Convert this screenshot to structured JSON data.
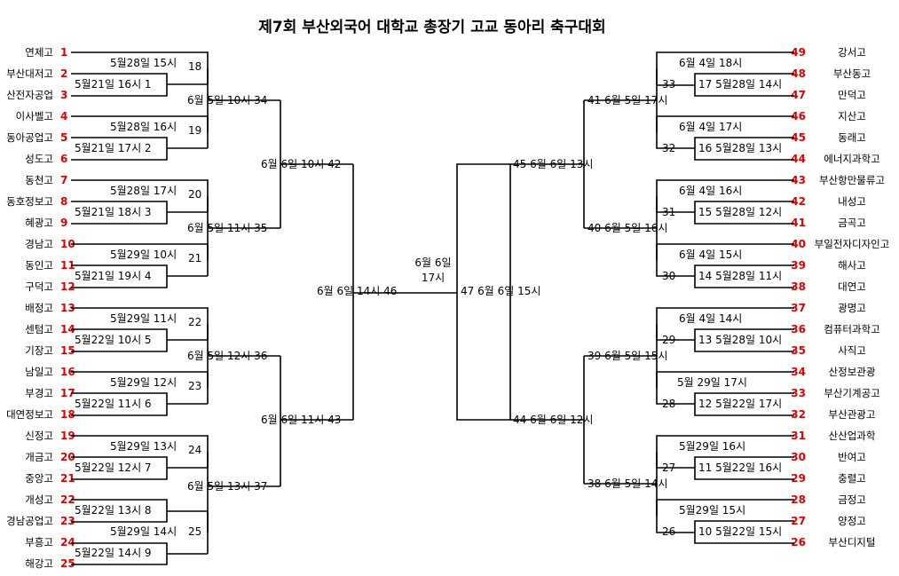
{
  "title": "제7회 부산외국어 대학교 총장기 고교 동아리 축구대회",
  "left_teams": [
    {
      "seed": "1",
      "name": "연제고"
    },
    {
      "seed": "2",
      "name": "부산대저고"
    },
    {
      "seed": "3",
      "name": "산전자공업"
    },
    {
      "seed": "4",
      "name": "이사벨고"
    },
    {
      "seed": "5",
      "name": "동아공업고"
    },
    {
      "seed": "6",
      "name": "성도고"
    },
    {
      "seed": "7",
      "name": "동천고"
    },
    {
      "seed": "8",
      "name": "동호정보고"
    },
    {
      "seed": "9",
      "name": "혜광고"
    },
    {
      "seed": "10",
      "name": "경남고"
    },
    {
      "seed": "11",
      "name": "동인고"
    },
    {
      "seed": "12",
      "name": "구덕고"
    },
    {
      "seed": "13",
      "name": "배정고"
    },
    {
      "seed": "14",
      "name": "센텀고"
    },
    {
      "seed": "15",
      "name": "기장고"
    },
    {
      "seed": "16",
      "name": "남일고"
    },
    {
      "seed": "17",
      "name": "부경고"
    },
    {
      "seed": "18",
      "name": "대연정보고"
    },
    {
      "seed": "19",
      "name": "신정고"
    },
    {
      "seed": "20",
      "name": "개금고"
    },
    {
      "seed": "21",
      "name": "중앙고"
    },
    {
      "seed": "22",
      "name": "개성고"
    },
    {
      "seed": "23",
      "name": "경남공업고"
    },
    {
      "seed": "24",
      "name": "부흥고"
    },
    {
      "seed": "25",
      "name": "해강고"
    }
  ],
  "right_teams": [
    {
      "seed": "49",
      "name": "강서고"
    },
    {
      "seed": "48",
      "name": "부산동고"
    },
    {
      "seed": "47",
      "name": "만덕고"
    },
    {
      "seed": "46",
      "name": "지산고"
    },
    {
      "seed": "45",
      "name": "동래고"
    },
    {
      "seed": "44",
      "name": "에너지과학고"
    },
    {
      "seed": "43",
      "name": "부산항만물류고"
    },
    {
      "seed": "42",
      "name": "내성고"
    },
    {
      "seed": "41",
      "name": "금곡고"
    },
    {
      "seed": "40",
      "name": "부일전자디자인고"
    },
    {
      "seed": "39",
      "name": "해사고"
    },
    {
      "seed": "38",
      "name": "대연고"
    },
    {
      "seed": "37",
      "name": "광명고"
    },
    {
      "seed": "36",
      "name": "컴퓨터과학고"
    },
    {
      "seed": "35",
      "name": "사직고"
    },
    {
      "seed": "34",
      "name": "산정보관광"
    },
    {
      "seed": "33",
      "name": "부산기계공고"
    },
    {
      "seed": "32",
      "name": "부산관광고"
    },
    {
      "seed": "31",
      "name": "산산업과학"
    },
    {
      "seed": "30",
      "name": "반여고"
    },
    {
      "seed": "29",
      "name": "충렬고"
    },
    {
      "seed": "28",
      "name": "금정고"
    },
    {
      "seed": "27",
      "name": "양정고"
    },
    {
      "seed": "26",
      "name": "부산디지털"
    }
  ],
  "match_labels": {
    "m1": "5월21일 16시 1",
    "m2": "5월21일 17시 2",
    "m3": "5월21일 18시 3",
    "m4": "5월21일 19시 4",
    "m5": "5월22일 10시 5",
    "m6": "5월22일 11시 6",
    "m7": "5월22일 12시 7",
    "m8": "5월22일 13시 8",
    "m9": "5월22일 14시 9",
    "m10": "10 5월22일 15시",
    "m11": "11 5월22일 16시",
    "m12": "12 5월22일 17시",
    "m13": "13 5월28일 10시",
    "m14": "14 5월28일 11시",
    "m15": "15 5월28일 12시",
    "m16": "16 5월28일 13시",
    "m17": "17 5월28일 14시",
    "m18t": "5월28일 15시",
    "m18n": "18",
    "m19t": "5월28일 16시",
    "m19n": "19",
    "m20t": "5월28일 17시",
    "m20n": "20",
    "m21t": "5월29일 10시",
    "m21n": "21",
    "m22t": "5월29일 11시",
    "m22n": "22",
    "m23t": "5월29일 12시",
    "m23n": "23",
    "m24t": "5월29일 13시",
    "m24n": "24",
    "m25t": "5월29일 14시",
    "m25n": "25",
    "m26n": "26",
    "m26t": "5월29일 15시",
    "m27n": "27",
    "m27t": "5월29일 16시",
    "m28n": "28",
    "m28t": "5월 29일 17시",
    "m29n": "29",
    "m29t": "6월 4일 14시",
    "m30n": "30",
    "m30t": "6월 4일 15시",
    "m31n": "31",
    "m31t": "6월 4일 16시",
    "m32n": "32",
    "m32t": "6월 4일 17시",
    "m33n": "33",
    "m33t": "6월 4일 18시",
    "m34": "6월 5일 10시 34",
    "m35": "6월 5일 11시 35",
    "m36": "6월 5일 12시 36",
    "m37": "6월 5일 13시 37",
    "m38": "38 6월 5일 14시",
    "m39": "39 6월 5일 15시",
    "m40": "40 6월 5일 16시",
    "m41": "41 6월 5일 17시",
    "m42": "6월 6일 10시 42",
    "m43": "6월 6일 11시 43",
    "m44": "44 6월 6일 12시",
    "m45": "45 6월 6일 13시",
    "m46": "6월 6일 14시 46",
    "m47": "47 6월 6일 15시",
    "final_line1": "6월 6일",
    "final_line2": "17시"
  }
}
